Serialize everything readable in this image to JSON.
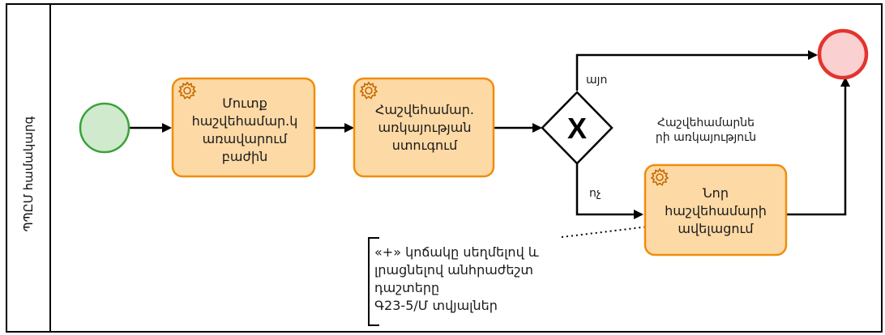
{
  "pool": {
    "lane_label": "ՊՊԸՄ համակարգ"
  },
  "tasks": {
    "enter_accounting": [
      "Մուտք",
      "հաշվեհամար.կ",
      "առավարում",
      "բաժին"
    ],
    "create_accounts": [
      "Հաշվեհամար.",
      "առկայության",
      "ստուգում"
    ],
    "add_account": [
      "Նոր",
      "հաշվեհամարի",
      "ավելացում"
    ]
  },
  "gateway": {
    "symbol": "X"
  },
  "edges": {
    "yes_label": "այո",
    "no_label": "ոչ"
  },
  "labels": {
    "existence": [
      "Հաշվեհամարնե",
      "րի առկայություն"
    ]
  },
  "annotation": {
    "lines": [
      "«+» կոճակը սեղմելով և",
      "լրացնելով անհրաժեշտ",
      "դաշտերը",
      "Գ23-5/Մ տվյալներ"
    ]
  }
}
